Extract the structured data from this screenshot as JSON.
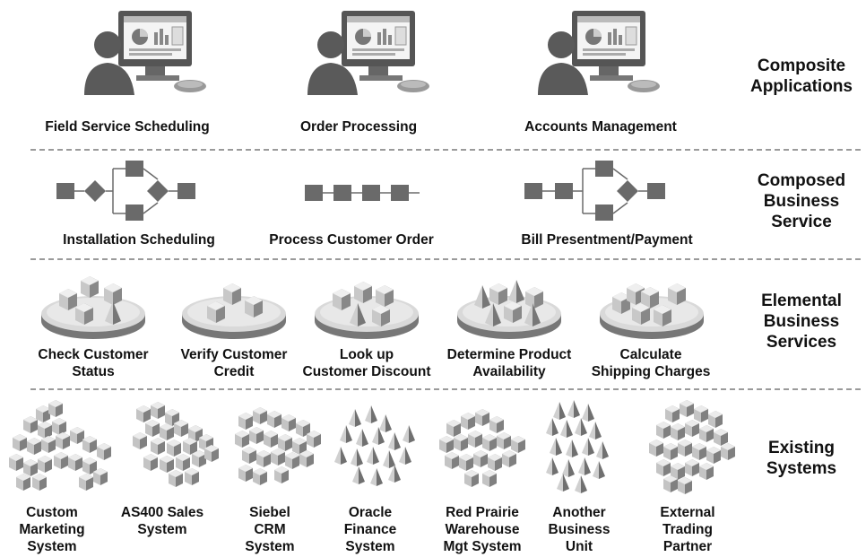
{
  "tiers": {
    "composite_applications": "Composite\nApplications",
    "composed_business_service": "Composed\nBusiness\nService",
    "elemental_business_services": "Elemental\nBusiness\nServices",
    "existing_systems": "Existing\nSystems"
  },
  "composite_applications": [
    "Field Service Scheduling",
    "Order Processing",
    "Accounts Management"
  ],
  "composed_services": [
    "Installation Scheduling",
    "Process Customer Order",
    "Bill Presentment/Payment"
  ],
  "elemental_services": [
    "Check Customer\nStatus",
    "Verify Customer\nCredit",
    "Look up\nCustomer Discount",
    "Determine Product\nAvailability",
    "Calculate\nShipping Charges"
  ],
  "existing_systems": [
    "Custom\nMarketing\nSystem",
    "AS400 Sales\nSystem",
    "Siebel\nCRM\nSystem",
    "Oracle\nFinance\nSystem",
    "Red Prairie\nWarehouse\nMgt System",
    "Another\nBusiness\nUnit",
    "External\nTrading\nPartner"
  ]
}
